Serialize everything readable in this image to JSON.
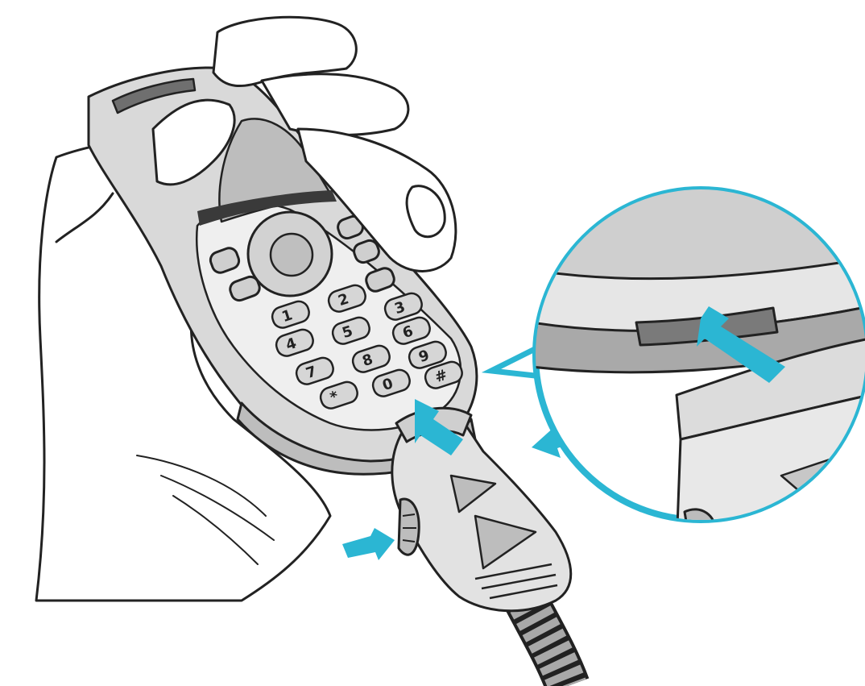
{
  "illustration": {
    "colors": {
      "outline": "#222222",
      "skin": "#ffffff",
      "phone_body": "#d9d9d9",
      "phone_dark": "#8a8a8a",
      "screen": "#b9b9b9",
      "accent_arrow": "#2bb6d3",
      "callout_ring": "#2bb6d3",
      "connector_body": "#e2e2e2",
      "cable": "#a9a9a9"
    },
    "icons": [
      "hand",
      "mobile-phone",
      "connector-plug",
      "cable",
      "insert-arrow",
      "zoom-callout"
    ],
    "keypad": {
      "keys": [
        {
          "label": "1"
        },
        {
          "label": "2"
        },
        {
          "label": "3"
        },
        {
          "label": "4"
        },
        {
          "label": "5"
        },
        {
          "label": "6"
        },
        {
          "label": "7"
        },
        {
          "label": "8"
        },
        {
          "label": "9"
        },
        {
          "label": "*"
        },
        {
          "label": "0"
        },
        {
          "label": "#"
        }
      ]
    }
  }
}
